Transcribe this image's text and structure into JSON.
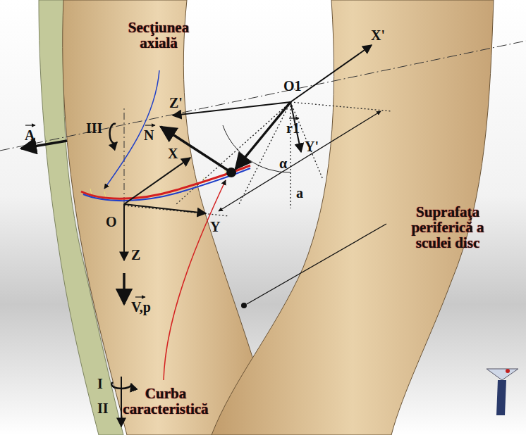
{
  "diagram": {
    "labels": [
      "Secţiunea axială",
      "Curba caracteristică",
      "Suprafaţa periferică a sculei disc",
      "O",
      "Y",
      "Z",
      "V,p",
      "I",
      "II",
      "III",
      "A",
      "N",
      "X",
      "Z'",
      "O1",
      "X'",
      "Y'",
      "r1",
      "a",
      "α"
    ]
  }
}
